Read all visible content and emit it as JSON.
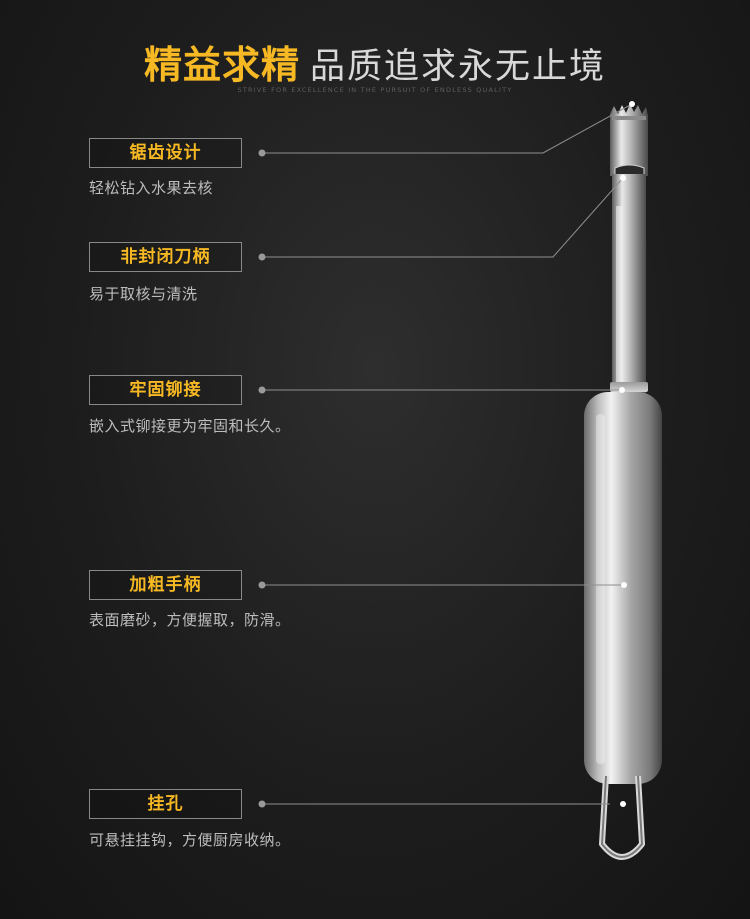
{
  "header": {
    "title_accent": "精益求精",
    "title_rest": "品质追求永无止境",
    "tagline": "STRIVE FOR EXCELLENCE IN THE PURSUIT OF ENDLESS QUALITY"
  },
  "features": [
    {
      "label": "锯齿设计",
      "desc": "轻松钻入水果去核"
    },
    {
      "label": "非封闭刀柄",
      "desc": "易于取核与清洗"
    },
    {
      "label": "牢固铆接",
      "desc": "嵌入式铆接更为牢固和长久。"
    },
    {
      "label": "加粗手柄",
      "desc": "表面磨砂，方便握取，防滑。"
    },
    {
      "label": "挂孔",
      "desc": "可悬挂挂钩，方便厨房收纳。"
    }
  ],
  "colors": {
    "accent": "#f6b823",
    "background": "#1d1d1d",
    "text": "#bdbdbd",
    "frame": "#888888"
  }
}
